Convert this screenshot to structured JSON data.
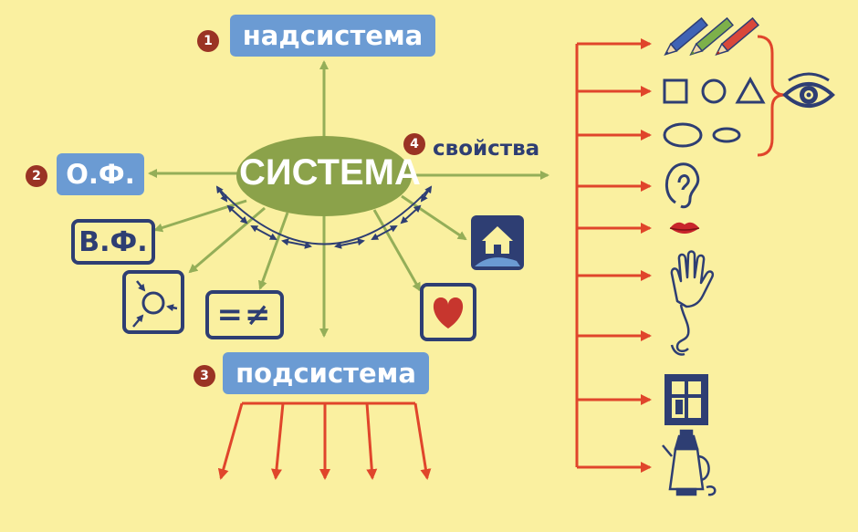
{
  "diagram": {
    "center": "СИСТЕМА",
    "supersystem": {
      "number": "1",
      "label": "надсистема"
    },
    "main_function": {
      "number": "2",
      "label": "О.Ф."
    },
    "subsystem": {
      "number": "3",
      "label": "подсистема"
    },
    "properties": {
      "number": "4",
      "label": "свойства"
    },
    "secondary_function": {
      "label": "В.Ф."
    },
    "equal_not_equal": {
      "symbol": "=≠"
    }
  },
  "icons": {
    "system_side": [
      "inputs-to-center-icon",
      "equal-not-equal-icon",
      "house-icon",
      "heart-icon"
    ],
    "senses": [
      "colored-pencils-icon",
      "shapes-icon",
      "ovals-icon",
      "ear-icon",
      "lips-icon",
      "hand-icon",
      "nose-icon",
      "window-frame-icon",
      "kettle-icon",
      "eye-icon"
    ]
  },
  "colors": {
    "background": "#FAF0A0",
    "box_blue": "#6B9BD3",
    "ellipse_green": "#8BA24A",
    "arrow_green": "#94AE58",
    "navy": "#2E3E73",
    "red": "#E0452B",
    "badge": "#9A3324"
  }
}
